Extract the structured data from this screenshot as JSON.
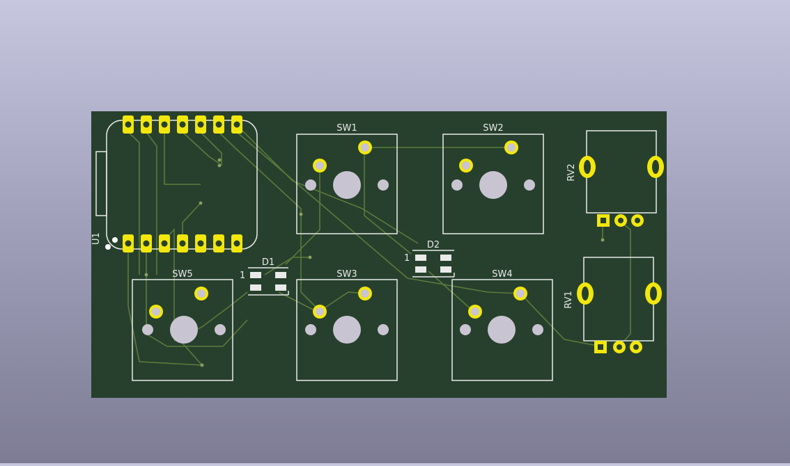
{
  "board": {
    "fill": "#27402d",
    "trace_color": "#5a7a3a",
    "silk_color": "#eaeaea",
    "pad_color": "#f2e70c",
    "hole_color": "#c9c4d2"
  },
  "references": {
    "u1": "U1",
    "sw1": "SW1",
    "sw2": "SW2",
    "sw3": "SW3",
    "sw4": "SW4",
    "sw5": "SW5",
    "d1": "D1",
    "d2": "D2",
    "rv1": "RV1",
    "rv2": "RV2",
    "d1_pin1": "1",
    "d2_pin1": "1"
  }
}
